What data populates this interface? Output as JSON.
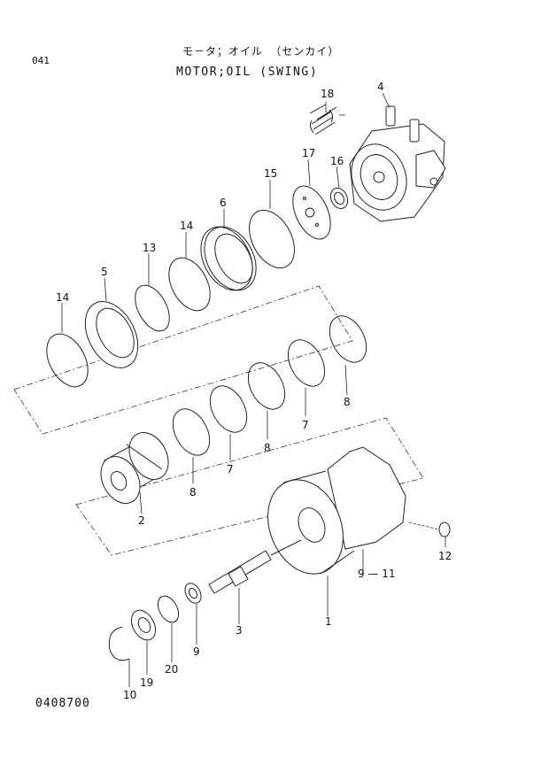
{
  "header": {
    "page_no": "041",
    "title_jp": "モ－タ；オイル （センカイ）",
    "title_en": "MOTOR;OIL (SWING)"
  },
  "footer": {
    "drawing_code": "0408700"
  },
  "callouts": {
    "c18": "18",
    "c4": "4",
    "c17": "17",
    "c16": "16",
    "c15": "15",
    "c6": "6",
    "c14a": "14",
    "c13": "13",
    "c5": "5",
    "c14b": "14",
    "c8a": "8",
    "c7a": "7",
    "c8b": "8",
    "c7b": "7",
    "c8c": "8",
    "c2": "2",
    "c12": "12",
    "c11": "9 — 11",
    "c1": "1",
    "c3": "3",
    "c9": "9",
    "c20": "20",
    "c19": "19",
    "c10": "10"
  }
}
